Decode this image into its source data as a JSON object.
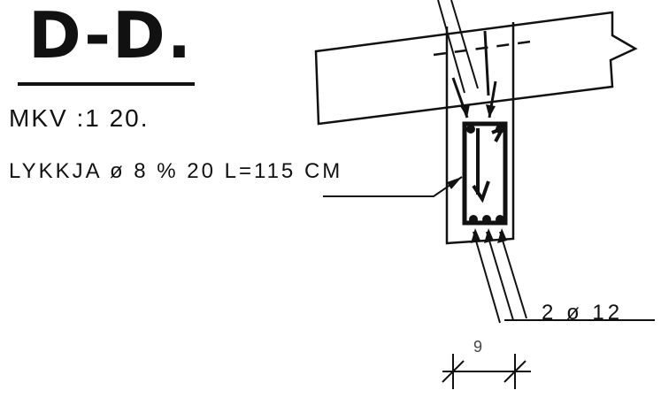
{
  "drawing": {
    "section_title": "D-D.",
    "scale": "MKV :1 20.",
    "stirrup_note": "LYKKJA ø 8 % 20 L=115 CM",
    "bar_note": "2 ø 12",
    "dimension": "9"
  }
}
